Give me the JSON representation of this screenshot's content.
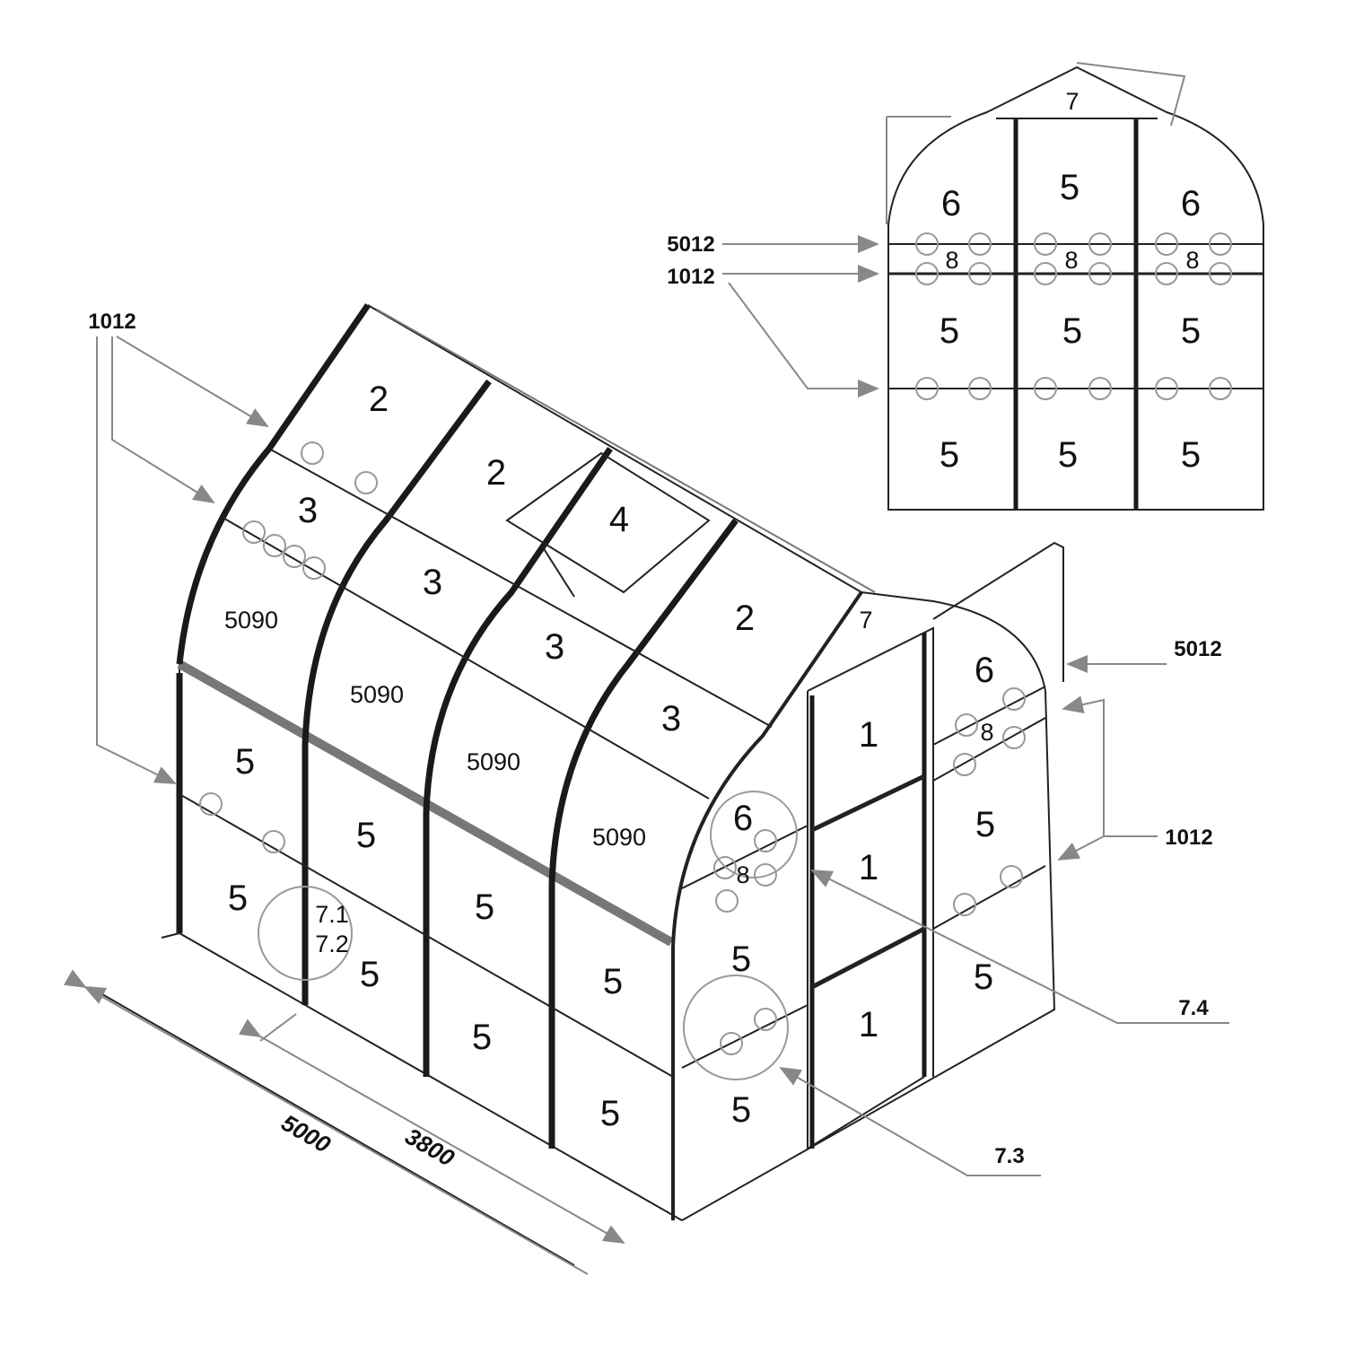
{
  "roof": {
    "upper_panels": [
      "2",
      "2",
      "2"
    ],
    "middle_panels": [
      "3",
      "3",
      "3",
      "3"
    ],
    "vent_panel": "4",
    "lower_panels": [
      "5090",
      "5090",
      "5090",
      "5090"
    ]
  },
  "side_wall": {
    "panels": [
      "5",
      "5",
      "5",
      "5",
      "5",
      "5",
      "5",
      "5"
    ],
    "detail_labels": [
      "7.1",
      "7.2"
    ]
  },
  "front_gable": {
    "top": "7",
    "upper_right": "6",
    "upper_left": "6",
    "clips": [
      "8",
      "8"
    ],
    "door_panels": [
      "1",
      "1",
      "1"
    ],
    "wall_panels": [
      "5",
      "5",
      "5",
      "5"
    ]
  },
  "inset_gable": {
    "top": "7",
    "row1": [
      "6",
      "5",
      "6"
    ],
    "row2": [
      "8",
      "8",
      "8"
    ],
    "row3": [
      "5",
      "5",
      "5"
    ],
    "row4": [
      "5",
      "5",
      "5"
    ],
    "callouts": [
      "5012",
      "1012"
    ]
  },
  "callouts": {
    "left_profile": "1012",
    "right_top": "5012",
    "right_mid": "1012",
    "detail_a": "7.4",
    "detail_b": "7.3"
  },
  "dimensions": {
    "length": "5000",
    "width": "3800"
  }
}
